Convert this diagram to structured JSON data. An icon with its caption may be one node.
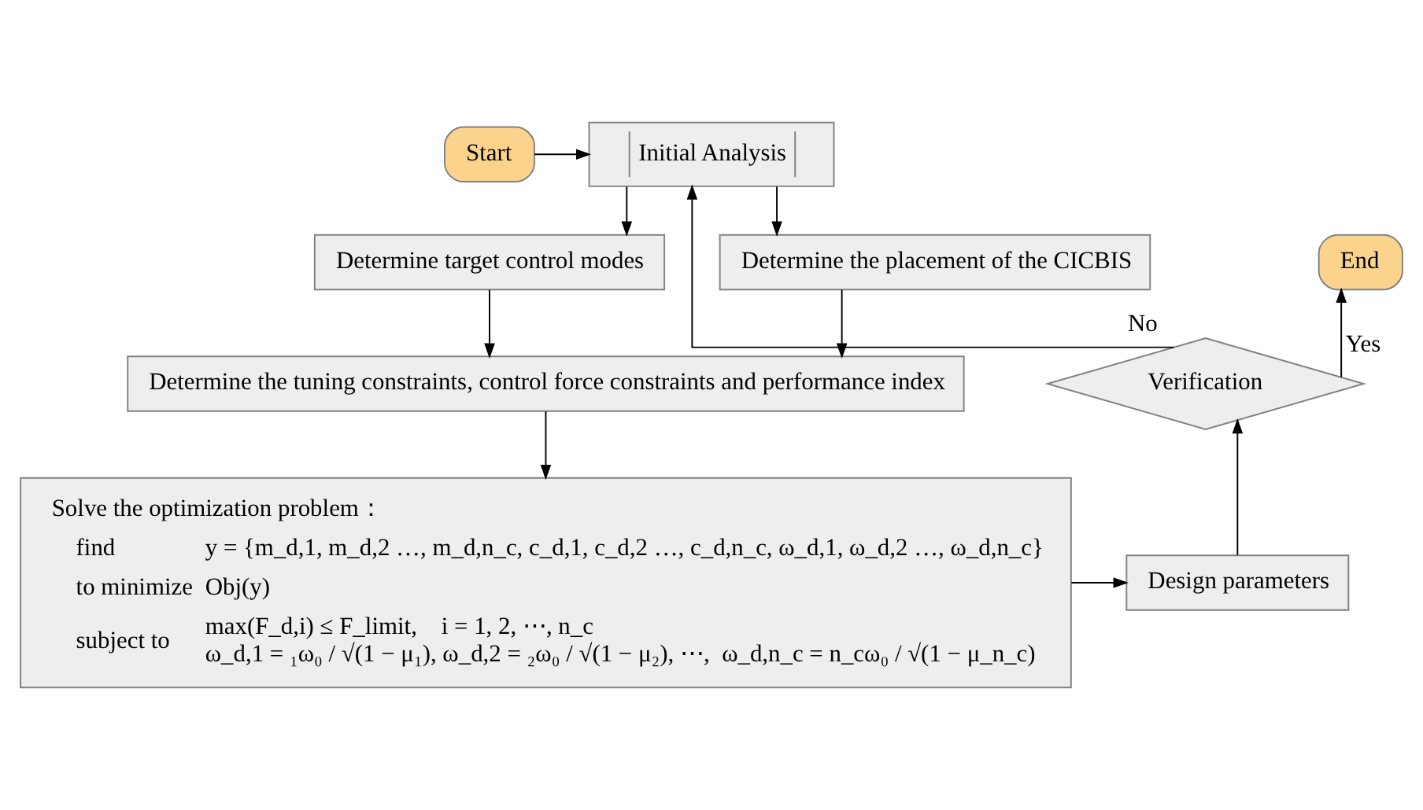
{
  "diagram": {
    "nodes": [
      {
        "text": [
          "Start"
        ]
      },
      {
        "text": [
          "Initial Analysis"
        ]
      },
      {
        "text": [
          "Determine target control modes"
        ]
      },
      {
        "text": [
          "Determine the placement of the CICBIS"
        ]
      },
      {
        "text": [
          "Determine the tuning constraints, control force constraints and performance index"
        ]
      },
      {
        "text": [
          "Solve the optimization problem：",
          "find",
          "y = {m_d,1, m_d,2 …, m_d,n_c, c_d,1, c_d,2 …, c_d,n_c, ω_d,1, ω_d,2 …, ω_d,n_c}",
          "to minimize",
          "Obj(y)",
          "subject to",
          "max(F_d,i) ≤ F_limit,    i = 1, 2, ⋯, n_c",
          "ω_d,1 = ₁ω₀ / √(1 − μ₁), ω_d,2 = ₂ω₀ / √(1 − μ₂), ⋯,  ω_d,n_c = n_cω₀ / √(1 − μ_n_c)"
        ]
      },
      {
        "text": [
          "Design parameters"
        ]
      },
      {
        "text": [
          "Verification"
        ]
      },
      {
        "text": [
          "End"
        ]
      }
    ],
    "edges": [
      {
        "from": 0,
        "to": 1,
        "arrow": "to"
      },
      {
        "from": 1,
        "to": 2,
        "arrow": "to"
      },
      {
        "from": 1,
        "to": 3,
        "arrow": "to"
      },
      {
        "from": 2,
        "to": 4,
        "arrow": "to"
      },
      {
        "from": 3,
        "to": 4,
        "arrow": "to"
      },
      {
        "from": 4,
        "to": 5,
        "arrow": "to"
      },
      {
        "from": 5,
        "to": 6,
        "arrow": "to"
      },
      {
        "from": 6,
        "to": 7,
        "arrow": "to"
      },
      {
        "from": 7,
        "to": 8,
        "label": "Yes",
        "arrow": "to"
      },
      {
        "from": 7,
        "to": 1,
        "label": "No",
        "arrow": "to"
      }
    ]
  }
}
